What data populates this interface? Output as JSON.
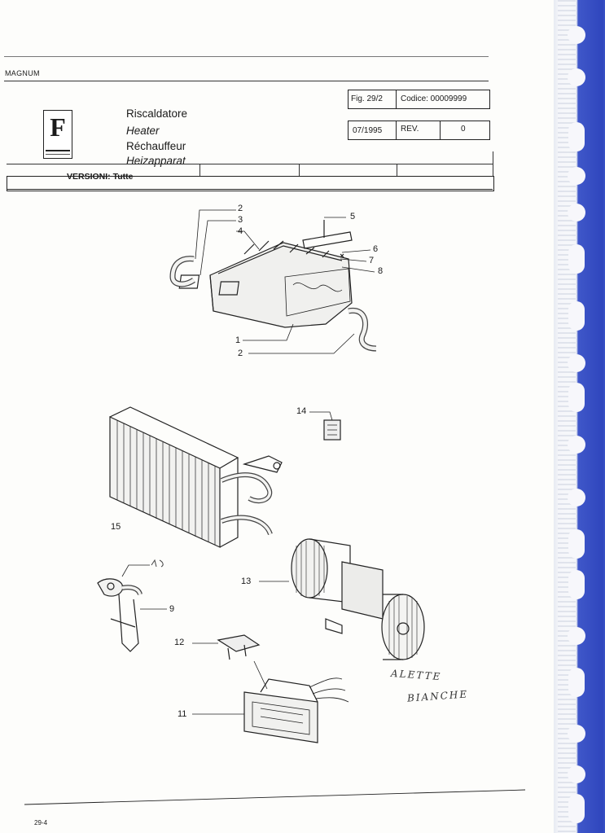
{
  "header": {
    "brand": "MAGNUM",
    "logo_letter": "F",
    "titles": [
      "Riscaldatore",
      "Heater",
      "Réchauffeur",
      "Heizapparat"
    ],
    "figure": "Fig. 29/2",
    "code": "Codice: 00009999",
    "date": "07/1995",
    "rev_label": "REV.",
    "rev_value": "0",
    "versions": "VERSIONI: Tutte"
  },
  "callouts": [
    {
      "id": "c2a",
      "label": "2"
    },
    {
      "id": "c3",
      "label": "3"
    },
    {
      "id": "c4",
      "label": "4"
    },
    {
      "id": "c5",
      "label": "5"
    },
    {
      "id": "c6",
      "label": "6"
    },
    {
      "id": "c7",
      "label": "7"
    },
    {
      "id": "c8",
      "label": "8"
    },
    {
      "id": "c1",
      "label": "1"
    },
    {
      "id": "c2b",
      "label": "2"
    },
    {
      "id": "c14",
      "label": "14"
    },
    {
      "id": "c15",
      "label": "15"
    },
    {
      "id": "c13",
      "label": "13"
    },
    {
      "id": "c9",
      "label": "9"
    },
    {
      "id": "c12",
      "label": "12"
    },
    {
      "id": "c11",
      "label": "11"
    }
  ],
  "handwriting": {
    "line1": "ALETTE",
    "line2": "BIANCHE"
  },
  "footer": {
    "page": "29-4"
  }
}
